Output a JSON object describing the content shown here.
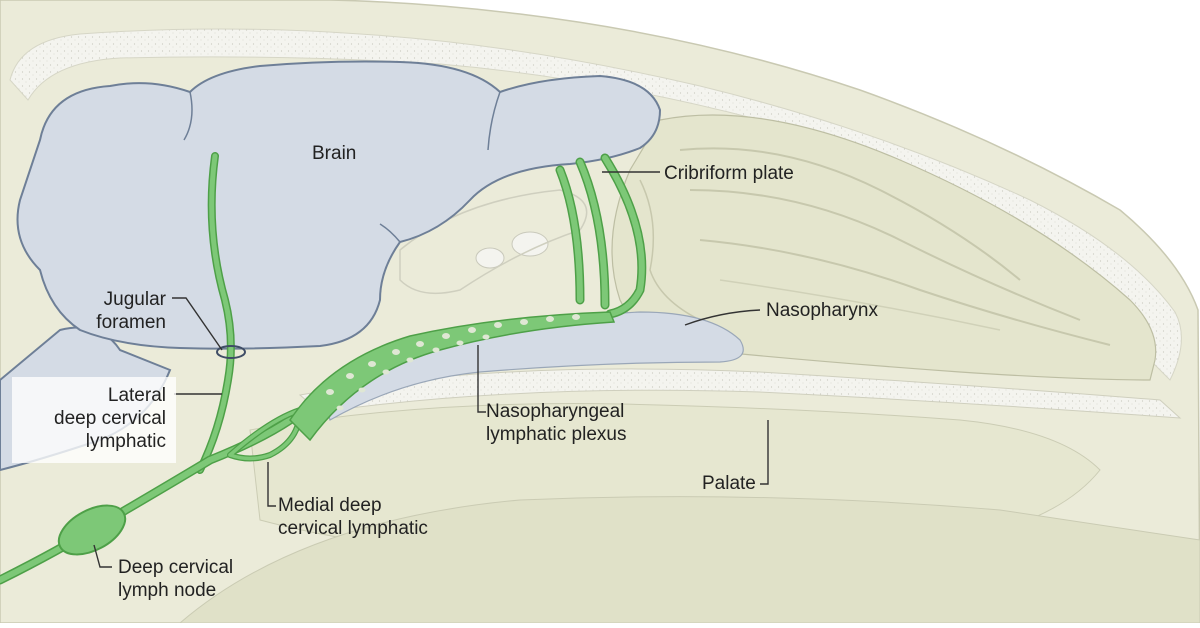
{
  "labels": {
    "brain": "Brain",
    "cribriform_plate": "Cribriform plate",
    "nasopharynx": "Nasopharynx",
    "jugular_foramen": [
      "Jugular",
      "foramen"
    ],
    "lateral_deep_cervical": [
      "Lateral",
      "deep cervical",
      "lymphatic"
    ],
    "nasopharyngeal_plexus": [
      "Nasopharyngeal",
      "lymphatic plexus"
    ],
    "palate": "Palate",
    "medial_deep_cervical": [
      "Medial deep",
      "cervical lymphatic"
    ],
    "deep_cervical_node": [
      "Deep cervical",
      "lymph node"
    ]
  },
  "colors": {
    "tissue": "#eeeedd",
    "tissue_dark": "#e2e3c9",
    "bone": "#f7f7f2",
    "brain": "#d4dbe5",
    "brain_outline": "#6e7f97",
    "lymphatic": "#7dc877",
    "lymphatic_edge": "#4ea048",
    "leader": "#333333"
  }
}
